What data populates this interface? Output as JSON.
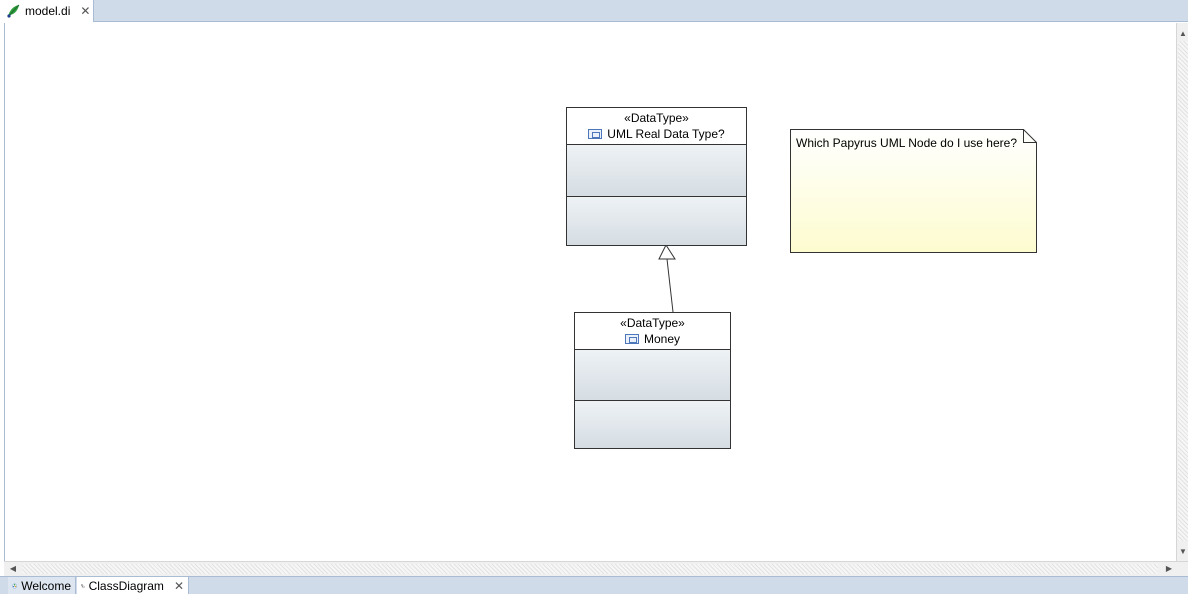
{
  "editor_tab": {
    "label": "model.di",
    "icon": "papyrus-logo-icon",
    "close": "close-icon"
  },
  "diagram": {
    "node_real": {
      "stereotype": "«DataType»",
      "name": "UML Real Data Type?",
      "icon": "datatype-icon"
    },
    "node_money": {
      "stereotype": "«DataType»",
      "name": "Money",
      "icon": "datatype-icon"
    },
    "note": {
      "text": "Which Papyrus UML Node do I use here?",
      "fill_top": "#ffffff",
      "fill_bottom": "#fdfccf"
    },
    "relation": {
      "type": "generalization",
      "from": "Money",
      "to": "UML Real Data Type?"
    }
  },
  "bottom_tabs": [
    {
      "label": "Welcome",
      "icon": "welcome-icon",
      "active": false
    },
    {
      "label": "ClassDiagram",
      "icon": "class-diagram-icon",
      "active": true
    }
  ],
  "colors": {
    "tabbar": "#cfdbe9",
    "compartment_top": "#eef2f5",
    "compartment_bottom": "#d5dde3",
    "datatype_icon": "#4d77b8"
  }
}
